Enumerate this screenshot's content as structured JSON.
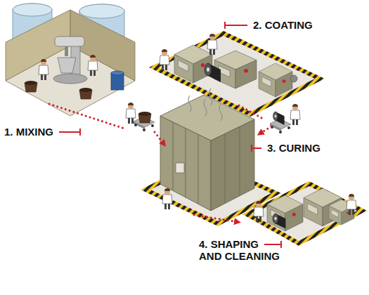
{
  "diagram": {
    "labels": [
      "1. MIXING",
      "2. COATING",
      "3. CURING",
      "4. SHAPING AND CLEANING"
    ]
  }
}
